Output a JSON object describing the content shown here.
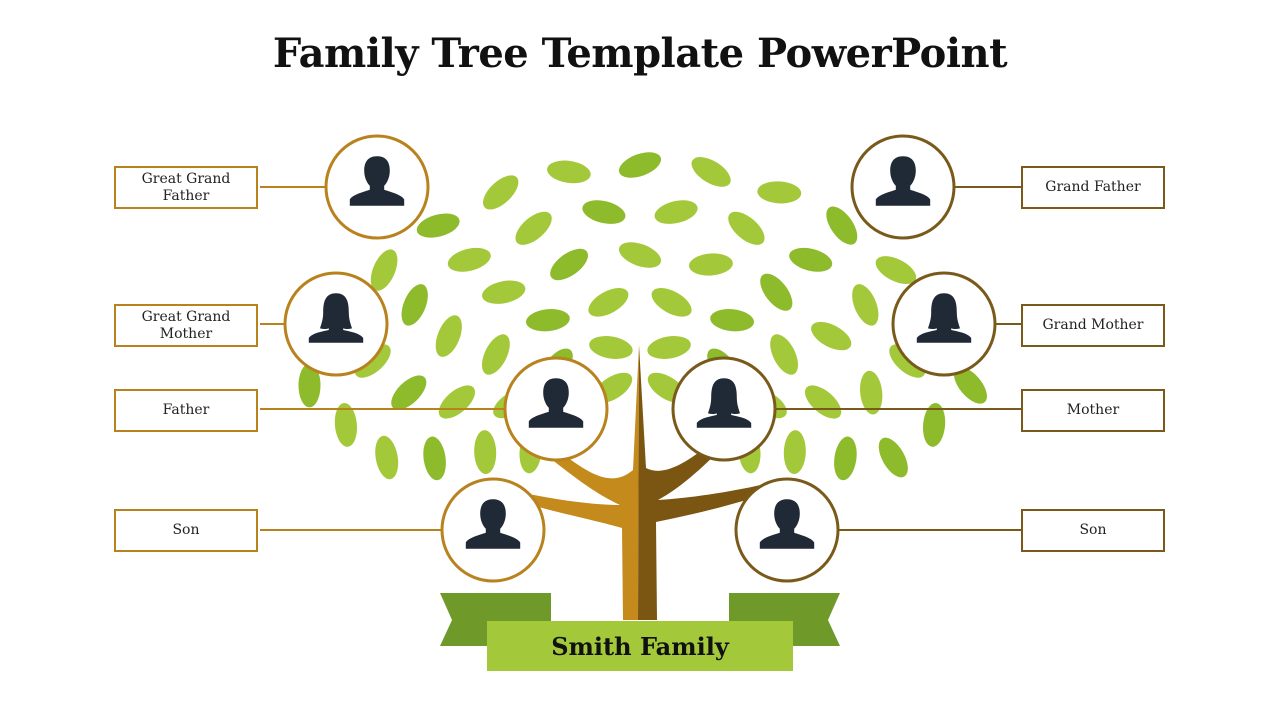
{
  "title": "Family Tree Template PowerPoint",
  "banner": {
    "text": "Smith Family"
  },
  "colors": {
    "leaf": "#a3c93a",
    "leaf_alt": "#8dbb2c",
    "trunk_left": "#c48a1c",
    "trunk_right": "#7b5512",
    "ring_left": "#b8821f",
    "ring_right": "#7a5a1a",
    "silhouette": "#1f2a36",
    "banner_front": "#a3c93a",
    "banner_back": "#6f9a2a"
  },
  "members": [
    {
      "label": "Great Grand Father",
      "side": "left",
      "figure": "male-icon"
    },
    {
      "label": "Great Grand Mother",
      "side": "left",
      "figure": "female-icon"
    },
    {
      "label": "Father",
      "side": "left",
      "figure": "male-icon"
    },
    {
      "label": "Son",
      "side": "left",
      "figure": "male-icon"
    },
    {
      "label": "Grand Father",
      "side": "right",
      "figure": "male-icon"
    },
    {
      "label": "Grand Mother",
      "side": "right",
      "figure": "female-icon"
    },
    {
      "label": "Mother",
      "side": "right",
      "figure": "female-icon"
    },
    {
      "label": "Son",
      "side": "right",
      "figure": "male-icon"
    }
  ]
}
